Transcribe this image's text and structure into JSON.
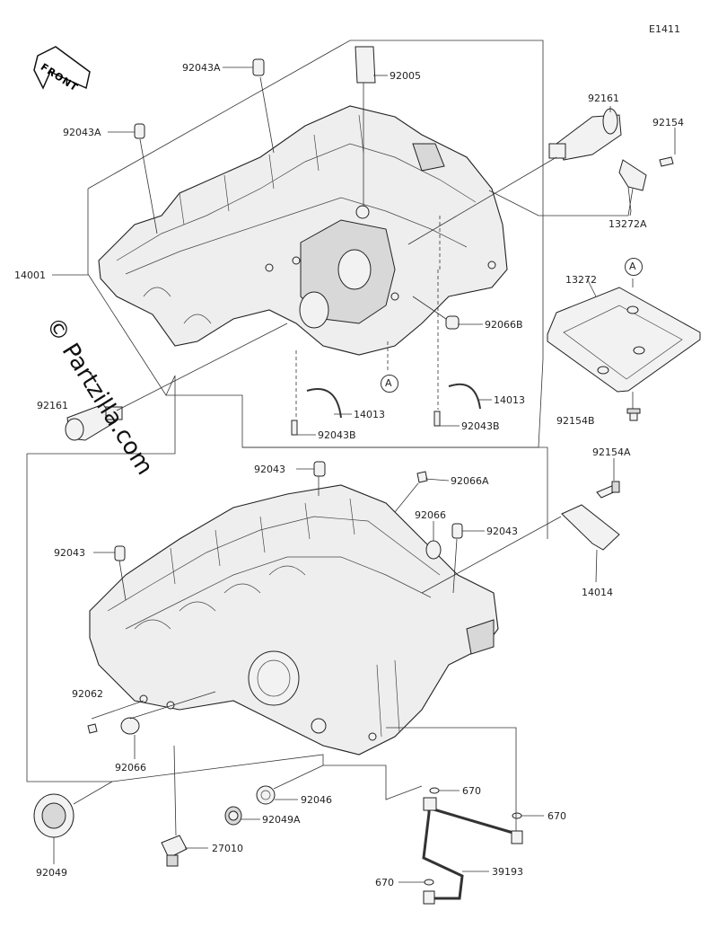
{
  "diagram_code": "E1411",
  "front_label": "FRONT",
  "watermark": "© Partzilla.com",
  "callout_marker": "A",
  "labels": {
    "p92043A_top": "92043A",
    "p92005": "92005",
    "p92161_top": "92161",
    "p92154_top": "92154",
    "p92043A_left": "92043A",
    "p13272A": "13272A",
    "p14001": "14001",
    "p13272": "13272",
    "p92066B": "92066B",
    "p92161_left": "92161",
    "p14013_a": "14013",
    "p14013_b": "14013",
    "p92043B_a": "92043B",
    "p92043B_b": "92043B",
    "p92154B": "92154B",
    "p92154A": "92154A",
    "p92043_top": "92043",
    "p92066A": "92066A",
    "p92066_right": "92066",
    "p92043_right": "92043",
    "p92043_left": "92043",
    "p14014": "14014",
    "p92062": "92062",
    "p92066_left": "92066",
    "p92046": "92046",
    "p92049A": "92049A",
    "p92049": "92049",
    "p27010": "27010",
    "p670_a": "670",
    "p670_b": "670",
    "p670_c": "670",
    "p39193": "39193"
  }
}
